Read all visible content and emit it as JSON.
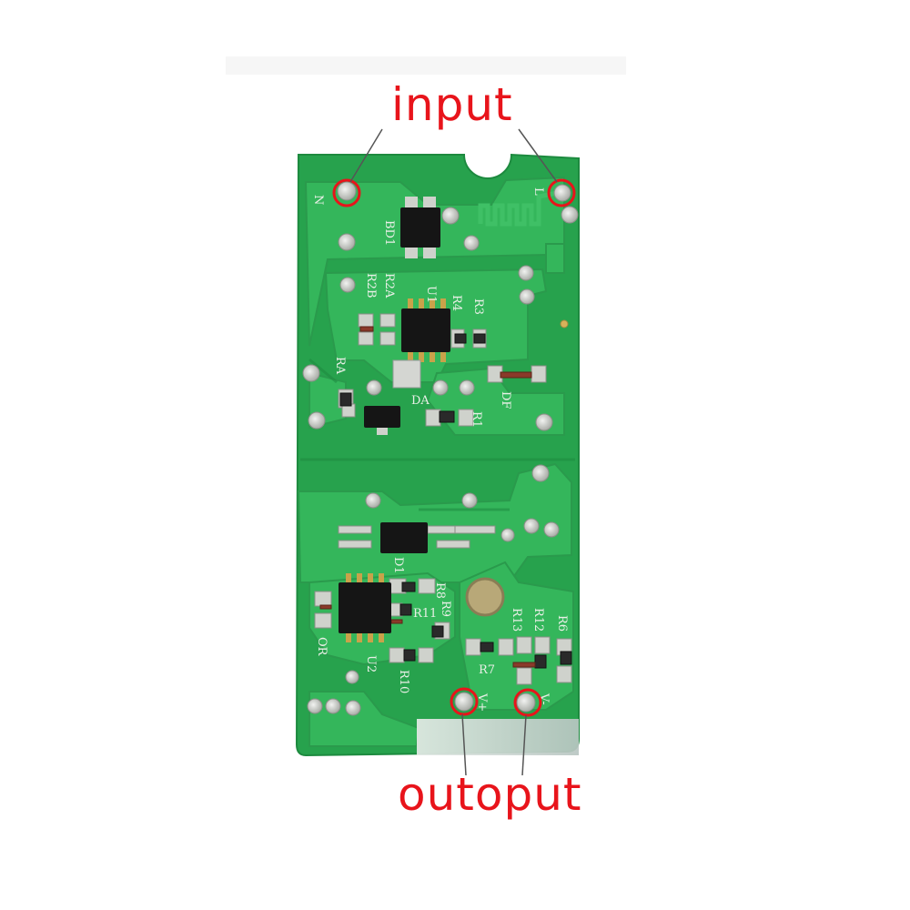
{
  "labels": {
    "input": "input",
    "output": "outoput"
  },
  "silkscreen": {
    "n": "N",
    "l": "L",
    "bd1": "BD1",
    "r2a": "R2A",
    "r2b": "R2B",
    "u1": "U1",
    "r4": "R4",
    "r3": "R3",
    "ra": "RA",
    "da": "DA",
    "df": "DF",
    "r1": "R1",
    "d1": "D1",
    "r8": "R8",
    "r11": "R11",
    "r9": "R9",
    "r13": "R13",
    "r12": "R12",
    "r6": "R6",
    "r7": "R7",
    "r10": "R10",
    "u2": "U2",
    "or": "OR",
    "vplus": "V+",
    "vminus": "V-"
  },
  "colors": {
    "board": "#27a24d",
    "copper": "#33b55a",
    "pad": "#c9ccc6",
    "marker": "#e8141b"
  }
}
